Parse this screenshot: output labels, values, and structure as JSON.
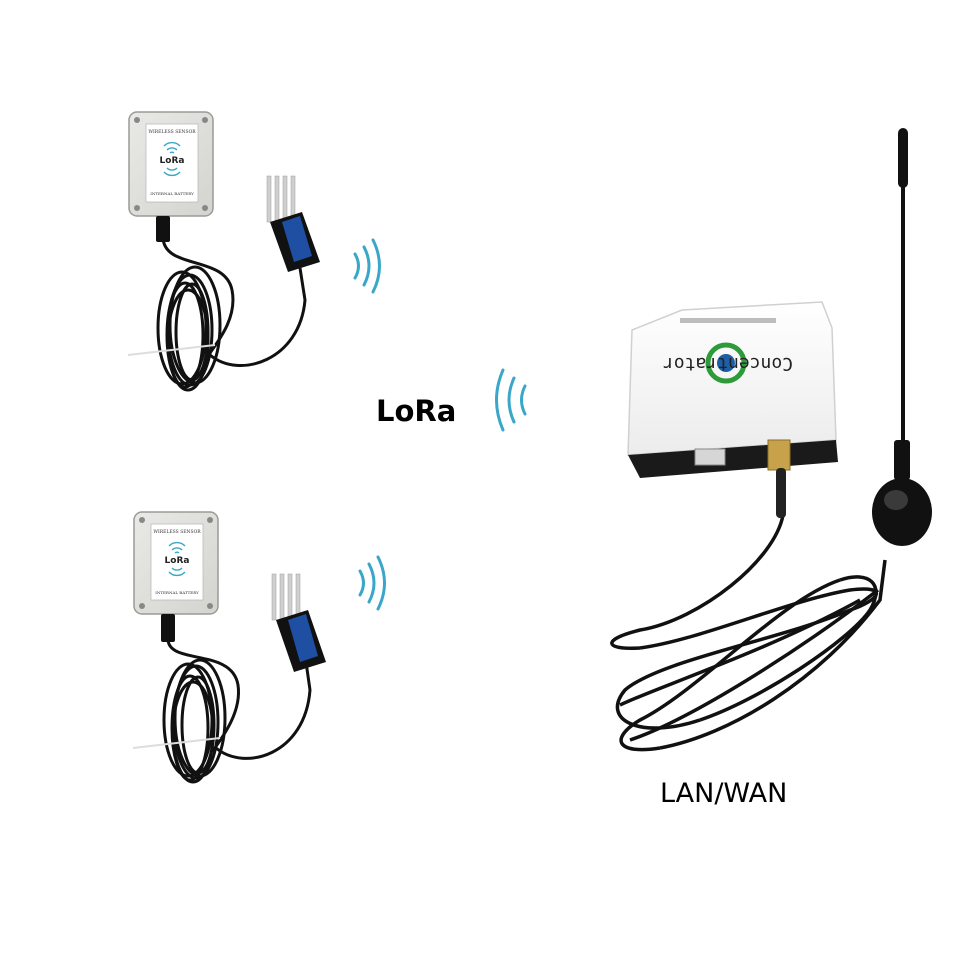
{
  "labels": {
    "protocol": "LoRa",
    "network": "LAN/WAN"
  },
  "sensor_nodes": [
    {
      "panel_heading": "WIRELESS SENSOR",
      "panel_brand": "LoRa",
      "panel_footer": "INTERNAL BATTERY"
    },
    {
      "panel_heading": "WIRELESS SENSOR",
      "panel_brand": "LoRa",
      "panel_footer": "INTERNAL BATTERY"
    }
  ],
  "concentrator": {
    "logo_text": "Concentrator"
  },
  "colors": {
    "signal_wave": "#3aa6c8",
    "device_body": "#f4f4f2",
    "probe_label": "#1f4fa3",
    "logo_green": "#2e9b3a",
    "cable": "#111111"
  },
  "icons": [
    "wireless-signal-icon",
    "wifi-icon",
    "concentrator-logo-icon"
  ]
}
